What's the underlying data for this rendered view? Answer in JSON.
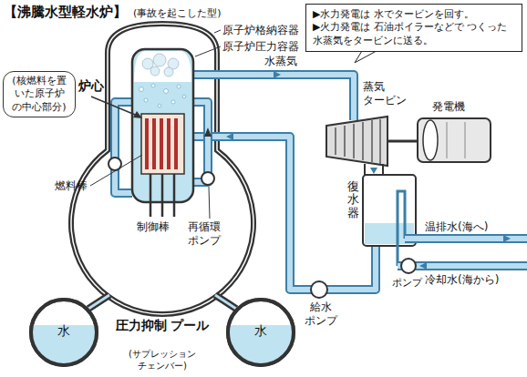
{
  "diagram": {
    "title": "【沸騰水型軽水炉】",
    "nodes": [
      {
        "text": [
          "▶水力発電は 水でタービンを回す。",
          "▶火力発電は 石油ボイラーなどで つくった水蒸気をタービンに送る。"
        ]
      },
      {
        "text": [
          "(核燃料を置 いた原子炉 の中心部分)"
        ]
      },
      {
        "text": [
          "水"
        ]
      },
      {
        "text": [
          "水"
        ]
      }
    ],
    "labels": [
      "(事故を起こした型)",
      "原子炉格納容器",
      "原子炉圧力容器",
      "水蒸気",
      "蒸気 タービン",
      "発電機",
      "炉心",
      "燃料棒",
      "制御棒",
      "再循環 ポンプ",
      "復水器",
      "温排水(海へ)",
      "冷却水(海から)",
      "ポンプ",
      "給水 ポンプ",
      "圧力抑制 プール",
      "(サプレッション チェンバー)"
    ]
  }
}
